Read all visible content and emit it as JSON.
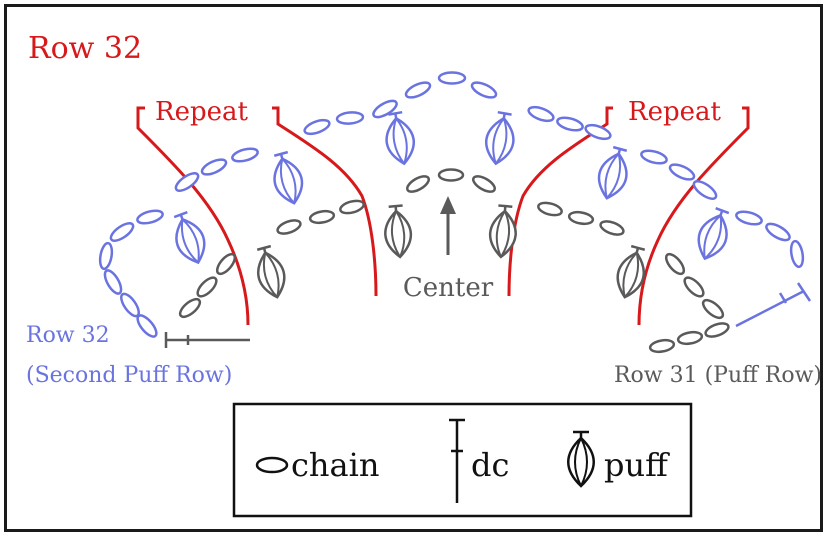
{
  "title": "Row 32",
  "labels": {
    "repeat_left": "Repeat",
    "repeat_right": "Repeat",
    "center": "Center",
    "row32_line1": "Row 32",
    "row32_line2": "(Second Puff Row)",
    "row31": "Row 31 (Puff Row)"
  },
  "legend": {
    "chain": "chain",
    "dc": "dc",
    "puff": "puff"
  },
  "colors": {
    "title_red": "#d7191c",
    "repeat_red": "#d7191c",
    "row32_blue": "#6a73e0",
    "row31_gray": "#5a5a5a",
    "ink": "#111111"
  },
  "icons": [
    "chain-icon",
    "dc-icon",
    "puff-icon",
    "center-arrow-icon"
  ]
}
